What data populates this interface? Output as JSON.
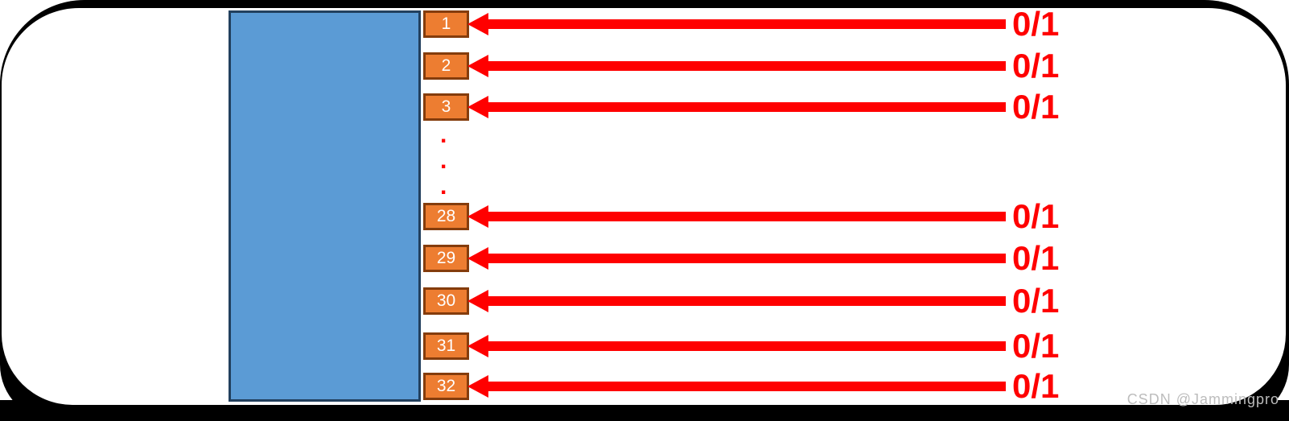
{
  "diagram": {
    "memory_block": {
      "fill": "#5B9BD5",
      "border": "#22405E"
    },
    "pin_style": {
      "fill": "#ED7D31",
      "border": "#843C0C",
      "number_color": "#FFFFFF"
    },
    "arrow_color": "#FF0000",
    "value_color": "#FF0000",
    "pins": [
      {
        "number": "1",
        "value": "0/1"
      },
      {
        "number": "2",
        "value": "0/1"
      },
      {
        "number": "3",
        "value": "0/1"
      },
      {
        "number": "28",
        "value": "0/1"
      },
      {
        "number": "29",
        "value": "0/1"
      },
      {
        "number": "30",
        "value": "0/1"
      },
      {
        "number": "31",
        "value": "0/1"
      },
      {
        "number": "32",
        "value": "0/1"
      }
    ],
    "ellipsis": [
      ".",
      ".",
      "."
    ]
  },
  "frame": {
    "background": "#000000",
    "panel": "#FFFFFF"
  },
  "watermark": {
    "text": "CSDN @Jammingpro",
    "color": "#BDBDBD"
  }
}
